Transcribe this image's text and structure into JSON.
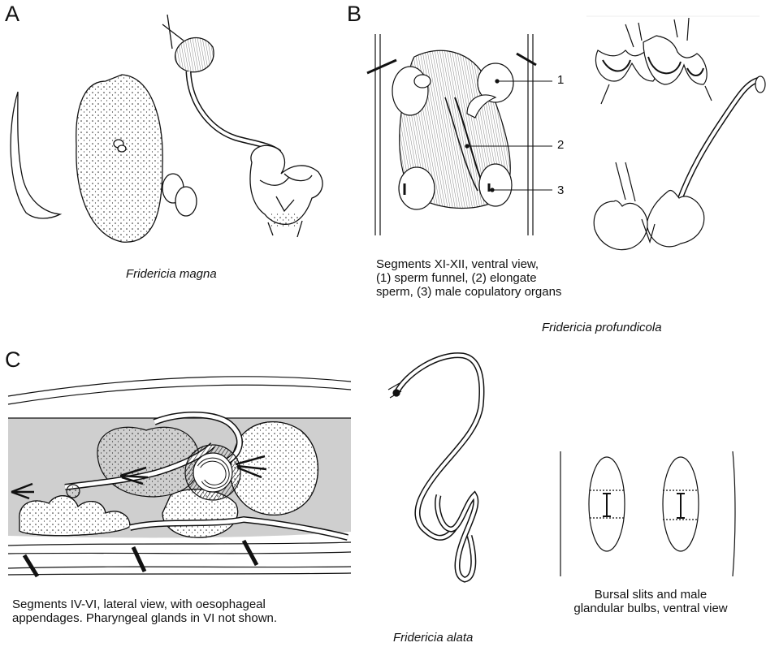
{
  "panels": {
    "a": {
      "letter": "A",
      "species": "Fridericia magna"
    },
    "b": {
      "letter": "B",
      "caption_lines": [
        "Segments XI-XII, ventral view,",
        "(1) sperm funnel, (2) elongate",
        "sperm, (3) male copulatory organs"
      ],
      "labels": [
        "1",
        "2",
        "3"
      ],
      "species": "Fridericia profundicola"
    },
    "c": {
      "letter": "C",
      "caption_lines": [
        "Segments IV-VI, lateral view, with oesophageal",
        "appendages. Pharyngeal glands in VI not shown."
      ],
      "right_caption_lines": [
        "Bursal slits and male",
        "glandular bulbs, ventral view"
      ],
      "species": "Fridericia alata"
    }
  }
}
